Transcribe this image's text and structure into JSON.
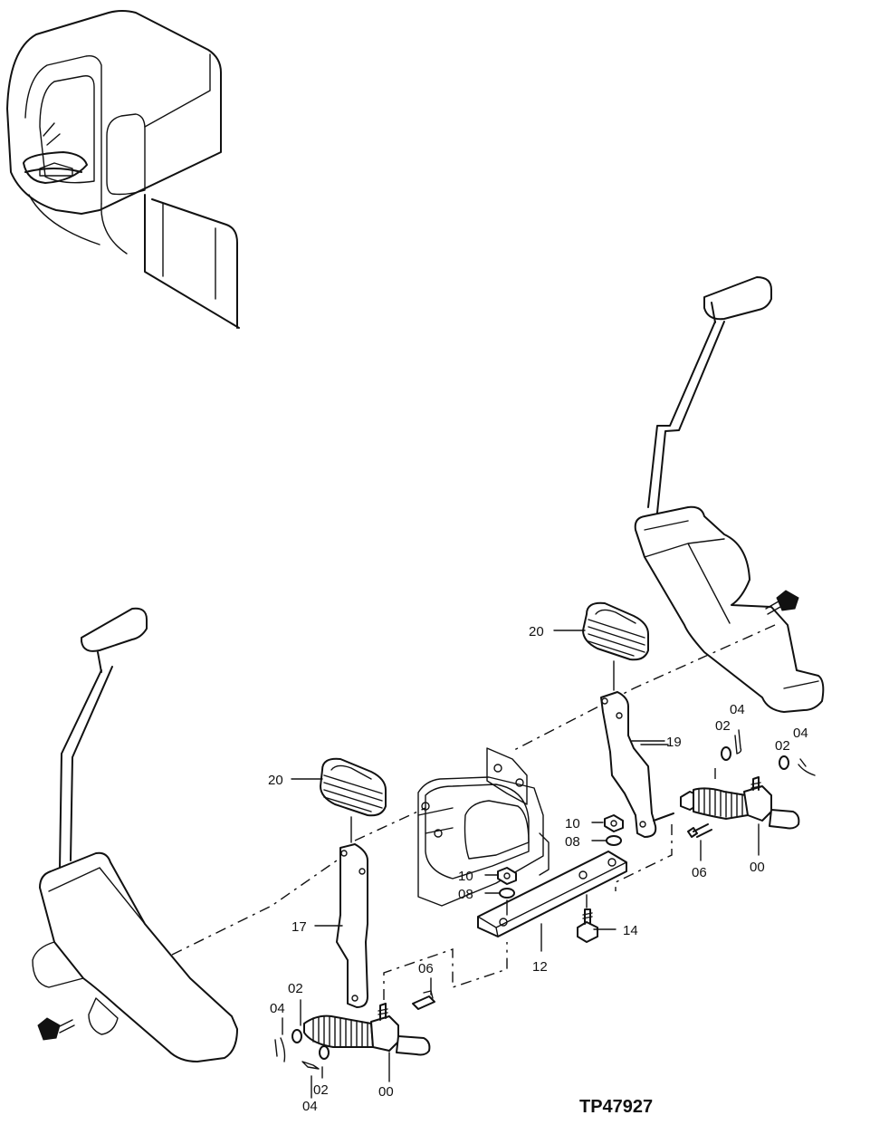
{
  "figure_id": "TP47927",
  "labels": {
    "l20a": "20",
    "l20b": "20",
    "l19": "19",
    "l17": "17",
    "l12": "12",
    "l14": "14",
    "l10a": "10",
    "l10b": "10",
    "l08a": "08",
    "l08b": "08",
    "l06a": "06",
    "l06b": "06",
    "l00a": "00",
    "l00b": "00",
    "l02a": "02",
    "l02b": "02",
    "l02c": "02",
    "l02d": "02",
    "l04a": "04",
    "l04b": "04",
    "l04c": "04",
    "l04d": "04"
  }
}
